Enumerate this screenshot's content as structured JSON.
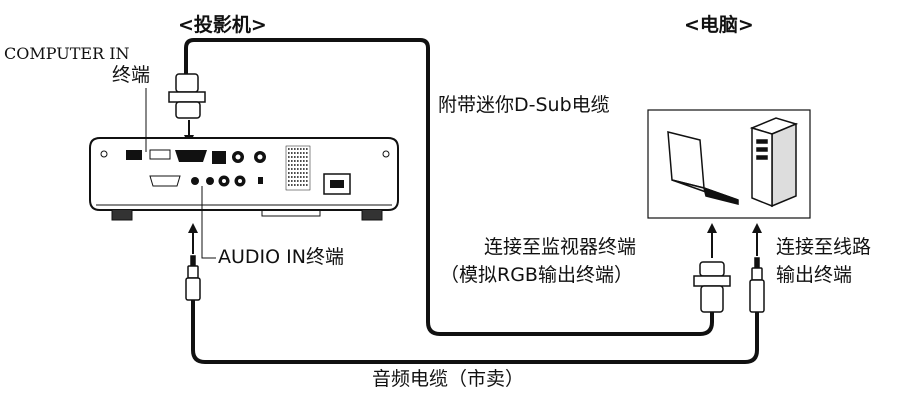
{
  "headers": {
    "projector": "<投影机>",
    "computer": "<电脑>"
  },
  "labels": {
    "computer_in_line1": "COMPUTER IN",
    "computer_in_line2": "终端",
    "audio_in": "AUDIO IN终端",
    "dsub_cable": "附带迷你D-Sub电缆",
    "monitor_line1": "连接至监视器终端",
    "monitor_line2": "（模拟RGB输出终端）",
    "lineout_line1": "连接至线路",
    "lineout_line2": "输出终端",
    "audio_cable": "音频电缆（市卖）"
  },
  "icons": {
    "projector": "projector-icon",
    "laptop": "laptop-icon",
    "tower": "desktop-tower-icon",
    "vga_connector": "vga-connector-icon",
    "audio_plug": "audio-plug-icon",
    "arrow": "arrow-up-icon"
  },
  "colors": {
    "line": "#111111",
    "background": "#ffffff"
  }
}
